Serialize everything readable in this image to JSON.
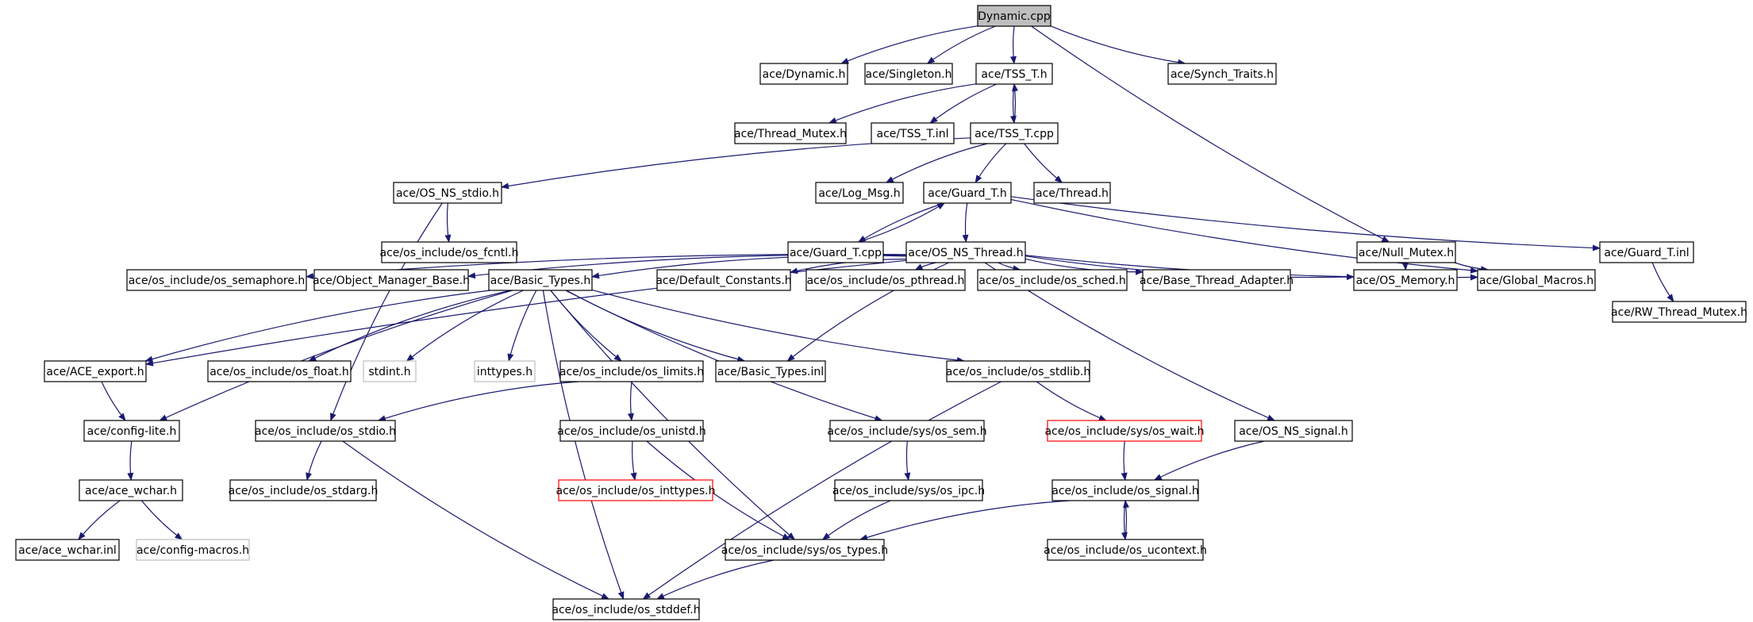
{
  "nodes": [
    {
      "id": "dynamic_cpp",
      "label": "Dynamic.cpp",
      "style": "root"
    },
    {
      "id": "dynamic_h",
      "label": "ace/Dynamic.h",
      "style": "normal"
    },
    {
      "id": "singleton_h",
      "label": "ace/Singleton.h",
      "style": "normal"
    },
    {
      "id": "tss_t_h",
      "label": "ace/TSS_T.h",
      "style": "normal"
    },
    {
      "id": "synch_traits_h",
      "label": "ace/Synch_Traits.h",
      "style": "normal"
    },
    {
      "id": "thread_mutex_h",
      "label": "ace/Thread_Mutex.h",
      "style": "normal"
    },
    {
      "id": "tss_t_inl",
      "label": "ace/TSS_T.inl",
      "style": "normal"
    },
    {
      "id": "tss_t_cpp",
      "label": "ace/TSS_T.cpp",
      "style": "normal"
    },
    {
      "id": "os_ns_stdio_h",
      "label": "ace/OS_NS_stdio.h",
      "style": "normal"
    },
    {
      "id": "log_msg_h",
      "label": "ace/Log_Msg.h",
      "style": "normal"
    },
    {
      "id": "guard_t_h",
      "label": "ace/Guard_T.h",
      "style": "normal"
    },
    {
      "id": "thread_h",
      "label": "ace/Thread.h",
      "style": "normal"
    },
    {
      "id": "os_fcntl_h",
      "label": "ace/os_include/os_fcntl.h",
      "style": "normal"
    },
    {
      "id": "guard_t_cpp",
      "label": "ace/Guard_T.cpp",
      "style": "normal"
    },
    {
      "id": "os_ns_thread_h",
      "label": "ace/OS_NS_Thread.h",
      "style": "normal"
    },
    {
      "id": "null_mutex_h",
      "label": "ace/Null_Mutex.h",
      "style": "normal"
    },
    {
      "id": "guard_t_inl",
      "label": "ace/Guard_T.inl",
      "style": "normal"
    },
    {
      "id": "os_semaphore_h",
      "label": "ace/os_include/os_semaphore.h",
      "style": "normal"
    },
    {
      "id": "object_manager_base_h",
      "label": "ace/Object_Manager_Base.h",
      "style": "normal"
    },
    {
      "id": "basic_types_h",
      "label": "ace/Basic_Types.h",
      "style": "normal"
    },
    {
      "id": "default_constants_h",
      "label": "ace/Default_Constants.h",
      "style": "normal"
    },
    {
      "id": "os_pthread_h",
      "label": "ace/os_include/os_pthread.h",
      "style": "normal"
    },
    {
      "id": "os_sched_h",
      "label": "ace/os_include/os_sched.h",
      "style": "normal"
    },
    {
      "id": "base_thread_adapter_h",
      "label": "ace/Base_Thread_Adapter.h",
      "style": "normal"
    },
    {
      "id": "os_memory_h",
      "label": "ace/OS_Memory.h",
      "style": "normal"
    },
    {
      "id": "global_macros_h",
      "label": "ace/Global_Macros.h",
      "style": "normal"
    },
    {
      "id": "rw_thread_mutex_h",
      "label": "ace/RW_Thread_Mutex.h",
      "style": "normal"
    },
    {
      "id": "ace_export_h",
      "label": "ace/ACE_export.h",
      "style": "normal"
    },
    {
      "id": "os_float_h",
      "label": "ace/os_include/os_float.h",
      "style": "normal"
    },
    {
      "id": "stdint_h",
      "label": "stdint.h",
      "style": "external"
    },
    {
      "id": "inttypes_h",
      "label": "inttypes.h",
      "style": "external"
    },
    {
      "id": "os_limits_h",
      "label": "ace/os_include/os_limits.h",
      "style": "normal"
    },
    {
      "id": "basic_types_inl",
      "label": "ace/Basic_Types.inl",
      "style": "normal"
    },
    {
      "id": "os_stdlib_h",
      "label": "ace/os_include/os_stdlib.h",
      "style": "normal"
    },
    {
      "id": "config_lite_h",
      "label": "ace/config-lite.h",
      "style": "normal"
    },
    {
      "id": "os_stdio_h",
      "label": "ace/os_include/os_stdio.h",
      "style": "normal"
    },
    {
      "id": "os_unistd_h",
      "label": "ace/os_include/os_unistd.h",
      "style": "normal"
    },
    {
      "id": "os_sem_h",
      "label": "ace/os_include/sys/os_sem.h",
      "style": "normal"
    },
    {
      "id": "os_wait_h",
      "label": "ace/os_include/sys/os_wait.h",
      "style": "truncated"
    },
    {
      "id": "os_ns_signal_h",
      "label": "ace/OS_NS_signal.h",
      "style": "normal"
    },
    {
      "id": "ace_wchar_h",
      "label": "ace/ace_wchar.h",
      "style": "normal"
    },
    {
      "id": "os_stdarg_h",
      "label": "ace/os_include/os_stdarg.h",
      "style": "normal"
    },
    {
      "id": "os_inttypes_h",
      "label": "ace/os_include/os_inttypes.h",
      "style": "truncated"
    },
    {
      "id": "os_ipc_h",
      "label": "ace/os_include/sys/os_ipc.h",
      "style": "normal"
    },
    {
      "id": "os_signal_h",
      "label": "ace/os_include/os_signal.h",
      "style": "normal"
    },
    {
      "id": "ace_wchar_inl",
      "label": "ace/ace_wchar.inl",
      "style": "normal"
    },
    {
      "id": "config_macros_h",
      "label": "ace/config-macros.h",
      "style": "external"
    },
    {
      "id": "os_types_h",
      "label": "ace/os_include/sys/os_types.h",
      "style": "normal"
    },
    {
      "id": "os_ucontext_h",
      "label": "ace/os_include/os_ucontext.h",
      "style": "normal"
    },
    {
      "id": "os_stddef_h",
      "label": "ace/os_include/os_stddef.h",
      "style": "normal"
    }
  ],
  "edges": [
    [
      "dynamic_cpp",
      "dynamic_h"
    ],
    [
      "dynamic_cpp",
      "singleton_h"
    ],
    [
      "dynamic_cpp",
      "tss_t_h"
    ],
    [
      "dynamic_cpp",
      "synch_traits_h"
    ],
    [
      "dynamic_cpp",
      "null_mutex_h"
    ],
    [
      "tss_t_h",
      "thread_mutex_h"
    ],
    [
      "tss_t_h",
      "tss_t_inl"
    ],
    [
      "tss_t_h",
      "tss_t_cpp"
    ],
    [
      "tss_t_cpp",
      "tss_t_h"
    ],
    [
      "tss_t_cpp",
      "os_ns_stdio_h"
    ],
    [
      "tss_t_cpp",
      "log_msg_h"
    ],
    [
      "tss_t_cpp",
      "guard_t_h"
    ],
    [
      "tss_t_cpp",
      "thread_h"
    ],
    [
      "os_ns_stdio_h",
      "os_fcntl_h"
    ],
    [
      "os_ns_stdio_h",
      "os_stdio_h"
    ],
    [
      "guard_t_h",
      "guard_t_cpp"
    ],
    [
      "guard_t_cpp",
      "guard_t_h"
    ],
    [
      "guard_t_h",
      "os_ns_thread_h"
    ],
    [
      "guard_t_h",
      "guard_t_inl"
    ],
    [
      "guard_t_h",
      "global_macros_h"
    ],
    [
      "guard_t_inl",
      "rw_thread_mutex_h"
    ],
    [
      "null_mutex_h",
      "os_memory_h"
    ],
    [
      "null_mutex_h",
      "global_macros_h"
    ],
    [
      "os_ns_thread_h",
      "os_semaphore_h"
    ],
    [
      "os_ns_thread_h",
      "object_manager_base_h"
    ],
    [
      "os_ns_thread_h",
      "basic_types_h"
    ],
    [
      "os_ns_thread_h",
      "default_constants_h"
    ],
    [
      "os_ns_thread_h",
      "os_pthread_h"
    ],
    [
      "os_ns_thread_h",
      "os_sched_h"
    ],
    [
      "os_ns_thread_h",
      "base_thread_adapter_h"
    ],
    [
      "os_ns_thread_h",
      "os_memory_h"
    ],
    [
      "os_ns_thread_h",
      "global_macros_h"
    ],
    [
      "os_ns_thread_h",
      "os_ns_signal_h"
    ],
    [
      "os_ns_thread_h",
      "ace_export_h"
    ],
    [
      "os_ns_thread_h",
      "basic_types_inl"
    ],
    [
      "basic_types_h",
      "ace_export_h"
    ],
    [
      "basic_types_h",
      "os_float_h"
    ],
    [
      "basic_types_h",
      "stdint_h"
    ],
    [
      "basic_types_h",
      "inttypes_h"
    ],
    [
      "basic_types_h",
      "os_limits_h"
    ],
    [
      "basic_types_h",
      "basic_types_inl"
    ],
    [
      "basic_types_h",
      "os_stdlib_h"
    ],
    [
      "basic_types_h",
      "config_lite_h"
    ],
    [
      "basic_types_h",
      "os_sem_h"
    ],
    [
      "basic_types_h",
      "os_types_h"
    ],
    [
      "basic_types_h",
      "os_stddef_h"
    ],
    [
      "ace_export_h",
      "config_lite_h"
    ],
    [
      "config_lite_h",
      "ace_wchar_h"
    ],
    [
      "ace_wchar_h",
      "ace_wchar_inl"
    ],
    [
      "ace_wchar_h",
      "config_macros_h"
    ],
    [
      "os_limits_h",
      "os_unistd_h"
    ],
    [
      "os_limits_h",
      "os_stdio_h"
    ],
    [
      "os_unistd_h",
      "os_inttypes_h"
    ],
    [
      "os_unistd_h",
      "os_types_h"
    ],
    [
      "os_stdio_h",
      "os_stdarg_h"
    ],
    [
      "os_stdio_h",
      "os_stddef_h"
    ],
    [
      "os_stdlib_h",
      "os_wait_h"
    ],
    [
      "os_stdlib_h",
      "os_stddef_h"
    ],
    [
      "os_wait_h",
      "os_signal_h"
    ],
    [
      "os_ns_signal_h",
      "os_signal_h"
    ],
    [
      "os_signal_h",
      "os_types_h"
    ],
    [
      "os_signal_h",
      "os_ucontext_h"
    ],
    [
      "os_ucontext_h",
      "os_signal_h"
    ],
    [
      "os_sem_h",
      "os_ipc_h"
    ],
    [
      "os_ipc_h",
      "os_types_h"
    ],
    [
      "os_types_h",
      "os_stddef_h"
    ]
  ]
}
